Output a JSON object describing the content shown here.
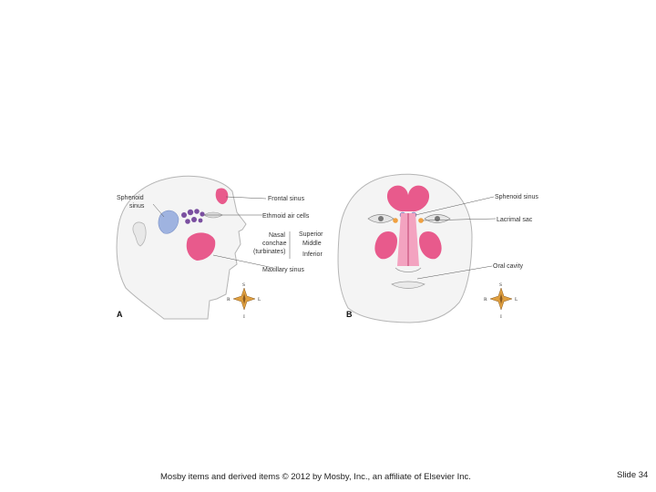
{
  "figure": {
    "panel_a": {
      "letter": "A",
      "labels": {
        "sphenoid_sinus_line1": "Sphenoid",
        "sphenoid_sinus_line2": "sinus",
        "frontal_sinus": "Frontal sinus",
        "ethmoid_air_cells": "Ethmoid air cells",
        "nasal_line1": "Nasal",
        "nasal_line2": "conchae",
        "nasal_line3": "(turbinates)",
        "superior": "Superior",
        "middle": "Middle",
        "inferior": "Inferior",
        "maxillary_sinus": "Maxillary sinus"
      },
      "compass": {
        "n": "S",
        "s": "I",
        "w": "R",
        "e": "L"
      }
    },
    "panel_b": {
      "letter": "B",
      "labels": {
        "sphenoid_sinus": "Sphenoid sinus",
        "lacrimal_sac": "Lacrimal sac",
        "oral_cavity": "Oral cavity"
      },
      "compass": {
        "n": "S",
        "s": "I",
        "w": "R",
        "e": "L"
      }
    },
    "colors": {
      "sinus_pink": "#e85a8c",
      "sinus_pink_light": "#f3a3c0",
      "sphenoid_blue": "#9fb3e0",
      "ethmoid_purple": "#7a4fa0",
      "lacrimal_orange": "#f0a040",
      "skin_outline": "#b5b5b5",
      "skin_fill": "#f2f2f2"
    }
  },
  "footer": {
    "credit": "Mosby items and derived items © 2012 by Mosby, Inc., an affiliate of Elsevier Inc.",
    "slide_number": "Slide 34"
  }
}
